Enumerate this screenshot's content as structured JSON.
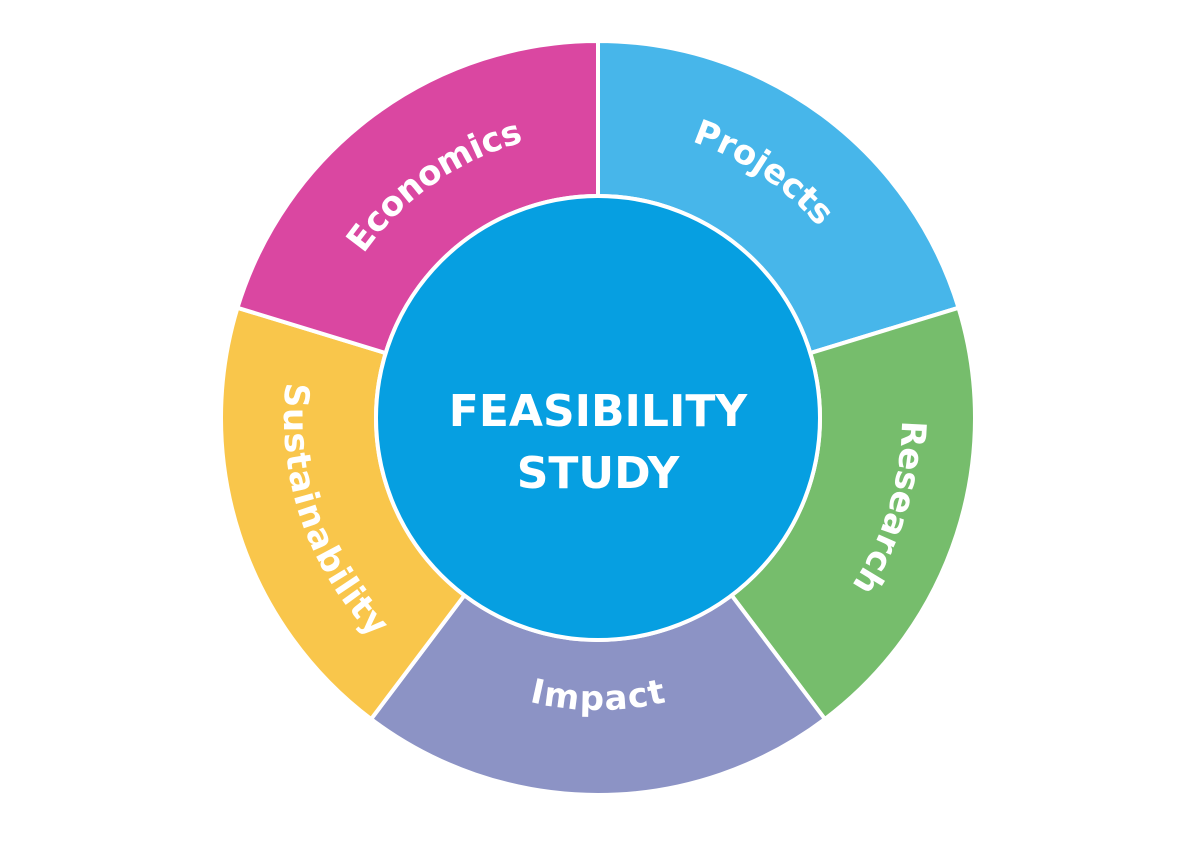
{
  "center": {
    "line1": "FEASIBILITY",
    "line2": "STUDY",
    "color": "#069fe1"
  },
  "segments": [
    {
      "id": "projects",
      "label": "Projects",
      "color": "#47b6ea"
    },
    {
      "id": "research",
      "label": "Research",
      "color": "#76bd6c"
    },
    {
      "id": "impact",
      "label": "Impact",
      "color": "#8c93c5"
    },
    {
      "id": "sustainability",
      "label": "Sustainability",
      "color": "#f9c64b"
    },
    {
      "id": "economics",
      "label": "Economics",
      "color": "#da47a1"
    }
  ]
}
